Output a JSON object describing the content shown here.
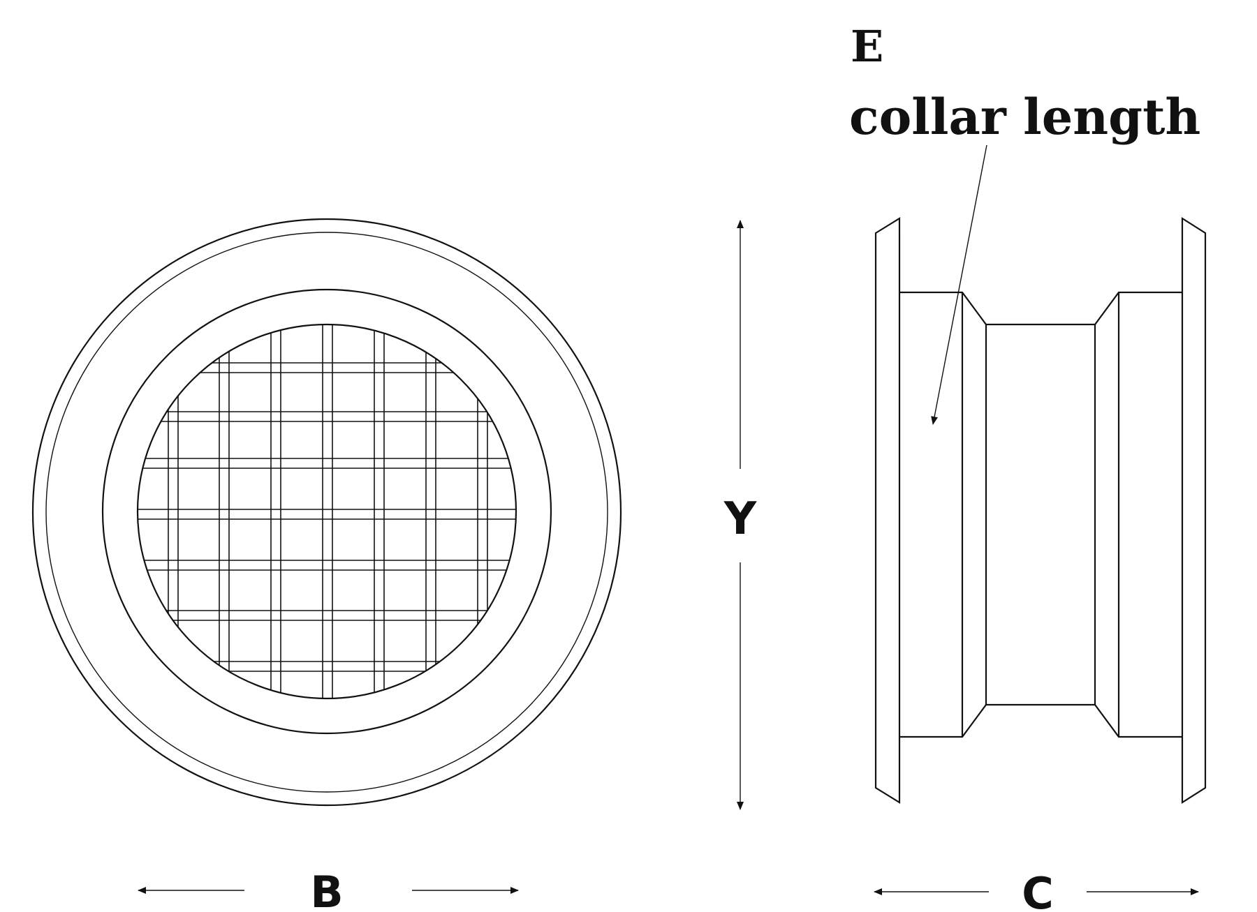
{
  "labels": {
    "b": "B",
    "y": "Y",
    "c": "C",
    "e": "E",
    "collar": "collar length"
  },
  "colors": {
    "ink": "#111111",
    "background": "#ffffff"
  }
}
